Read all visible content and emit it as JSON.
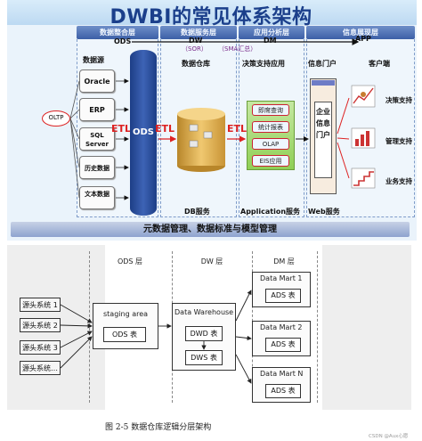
{
  "title": "DWBI的常见体系架构",
  "top": {
    "layers": {
      "integration": "数据整合层",
      "service": "数据服务层",
      "analysis": "应用分析层",
      "presentation": "信息展现层"
    },
    "flow": {
      "ods": "ODS",
      "dw": "DW",
      "dm": "DM",
      "app": "APP",
      "sor": "（SOR）",
      "sma": "（SMA汇总）"
    },
    "sources_title": "数据源",
    "sources": [
      "Oracle",
      "ERP",
      "SQL Server",
      "历史数据",
      "文本数据"
    ],
    "oltp": "OLTP",
    "etl": "ETL",
    "ods_col": "ODS",
    "warehouse_title": "数据仓库",
    "warehouse_service": "DB服务",
    "apps_title": "决策支持应用",
    "apps": [
      "即席查询",
      "统计报表",
      "OLAP",
      "EIS应用"
    ],
    "app_service": "Application服务",
    "portal_title": "信息门户",
    "portal_box": "企业信息门户",
    "web_service": "Web服务",
    "client_title": "客户端",
    "clients": [
      "决策支持",
      "管理支持",
      "业务支持"
    ],
    "meta_bar": "元数据管理、数据标准与模型管理"
  },
  "bottom": {
    "layer_tabs": [
      "ODS 层",
      "DW 层",
      "DM 层"
    ],
    "sources": [
      "源头系统 1",
      "源头系统 2",
      "源头系统 3",
      "源头系统…"
    ],
    "staging": "staging area",
    "ods_table": "ODS 表",
    "dw_title": "Data Warehouse",
    "dwd": "DWD 表",
    "dws": "DWS 表",
    "marts": [
      {
        "name": "Data Mart 1",
        "table": "ADS 表"
      },
      {
        "name": "Data Mart 2",
        "table": "ADS 表"
      },
      {
        "name": "Data Mart N",
        "table": "ADS 表"
      }
    ],
    "caption": "图 2-5    数据仓库逻辑分层架构",
    "watermark": "CSDN @Aux心愿"
  }
}
